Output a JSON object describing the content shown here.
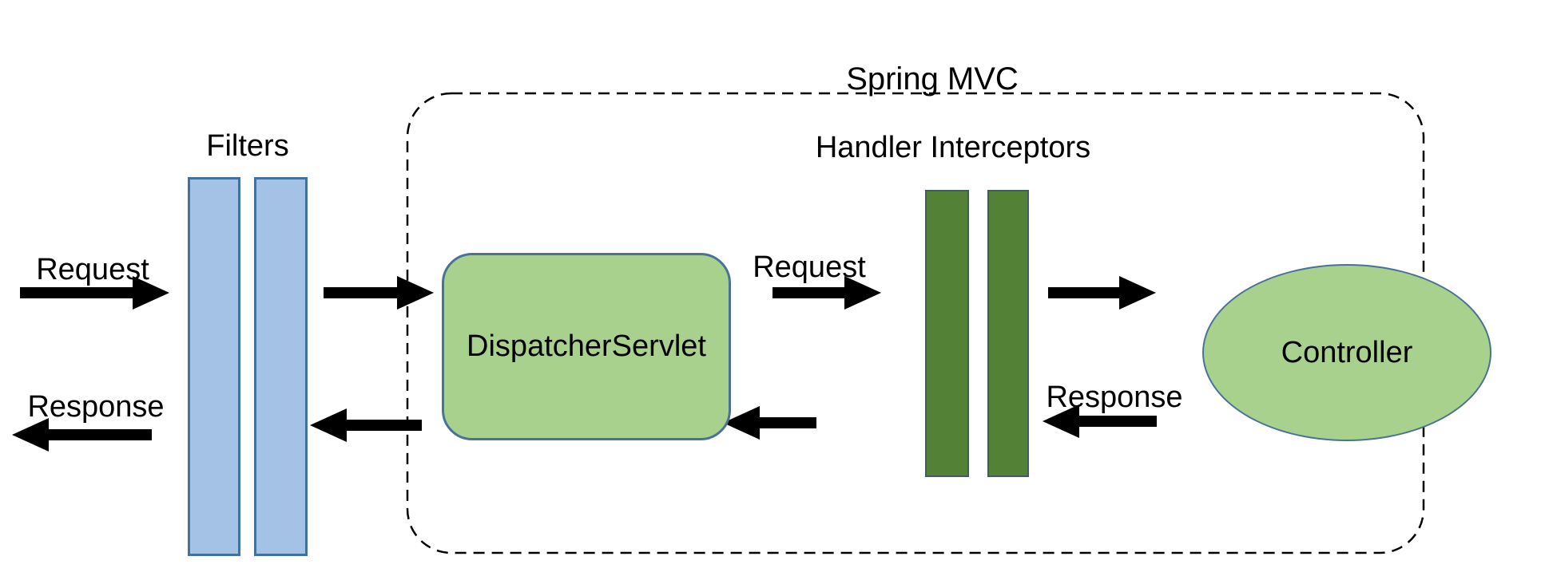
{
  "diagram": {
    "boundary": {
      "label": "Spring MVC"
    },
    "nodes": {
      "filters": {
        "label": "Filters"
      },
      "handler_interceptors": {
        "label": "Handler Interceptors"
      },
      "dispatcher_servlet": {
        "label": "DispatcherServlet"
      },
      "controller": {
        "label": "Controller"
      }
    },
    "flows": {
      "request_outer": {
        "label": "Request"
      },
      "response_outer": {
        "label": "Response"
      },
      "request_inner": {
        "label": "Request"
      },
      "response_inner": {
        "label": "Response"
      }
    }
  },
  "colors": {
    "bar_blue_fill": "#a4c2e5",
    "bar_blue_border": "#41719c",
    "node_green_fill": "#a9d18e",
    "node_green_border": "#4a7296",
    "bar_dark_green_fill": "#538135",
    "bar_dark_green_border": "#455a64",
    "arrow_black": "#000000",
    "dashed_border": "#000000",
    "text": "#000000",
    "background": "#ffffff"
  }
}
